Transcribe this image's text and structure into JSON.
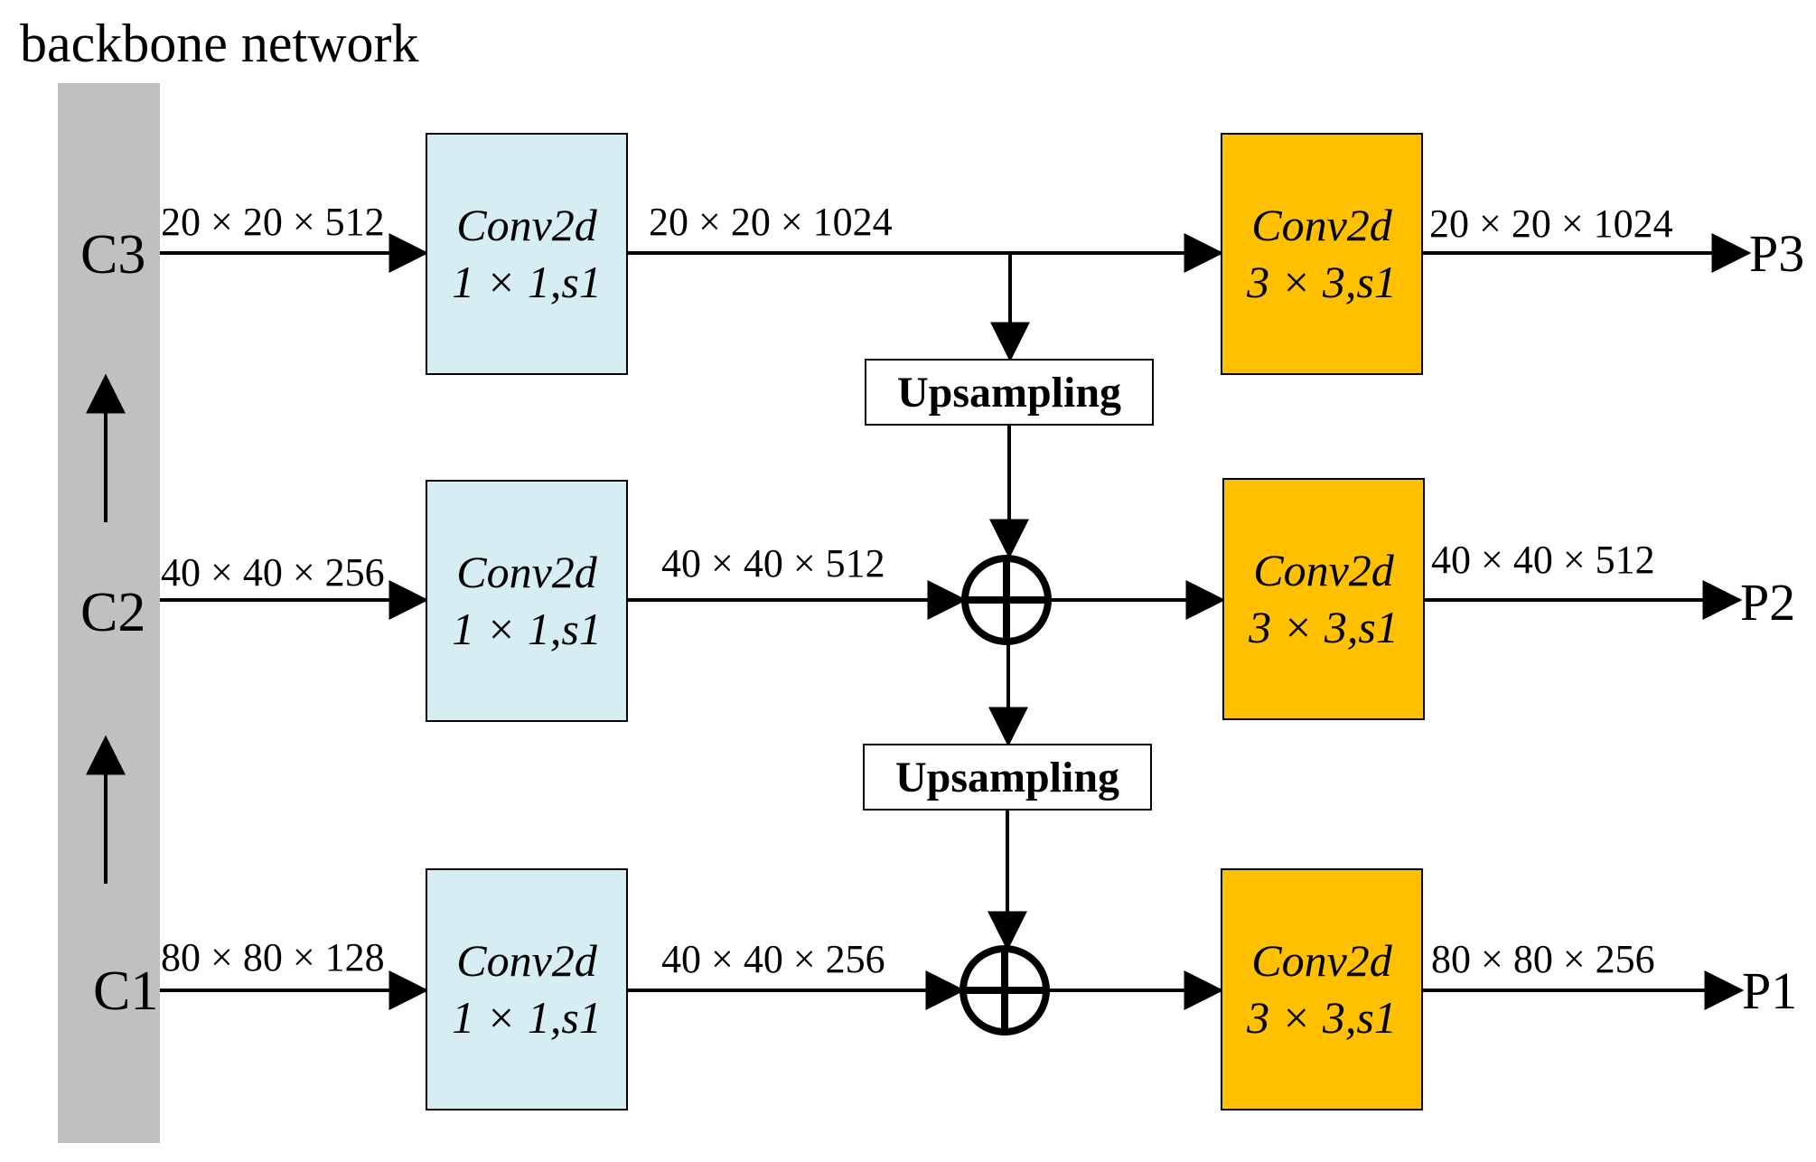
{
  "title": "backbone network",
  "colors": {
    "backbone": "#c0c0c0",
    "conv1x1_fill": "#d6eef3",
    "conv3x3_fill": "#ffc000",
    "stroke": "#000000"
  },
  "levels": {
    "c3": {
      "input_label": "C3",
      "input_dim": "20 × 20 × 512",
      "conv1": {
        "line1": "Conv2d",
        "line2": "1 × 1,s1"
      },
      "mid_dim": "20 × 20 × 1024",
      "conv3": {
        "line1": "Conv2d",
        "line2": "3 × 3,s1"
      },
      "out_dim": "20 × 20 × 1024",
      "output_label": "P3"
    },
    "c2": {
      "input_label": "C2",
      "input_dim": "40 × 40 × 256",
      "conv1": {
        "line1": "Conv2d",
        "line2": "1 × 1,s1"
      },
      "mid_dim": "40 × 40 × 512",
      "conv3": {
        "line1": "Conv2d",
        "line2": "3 × 3,s1"
      },
      "out_dim": "40 × 40 × 512",
      "output_label": "P2"
    },
    "c1": {
      "input_label": "C1",
      "input_dim": "80 × 80 × 128",
      "conv1": {
        "line1": "Conv2d",
        "line2": "1 × 1,s1"
      },
      "mid_dim": "40 × 40 × 256",
      "conv3": {
        "line1": "Conv2d",
        "line2": "3 × 3,s1"
      },
      "out_dim": "80 × 80 × 256",
      "output_label": "P1"
    }
  },
  "upsampling": {
    "top": "Upsampling",
    "bottom": "Upsampling"
  }
}
